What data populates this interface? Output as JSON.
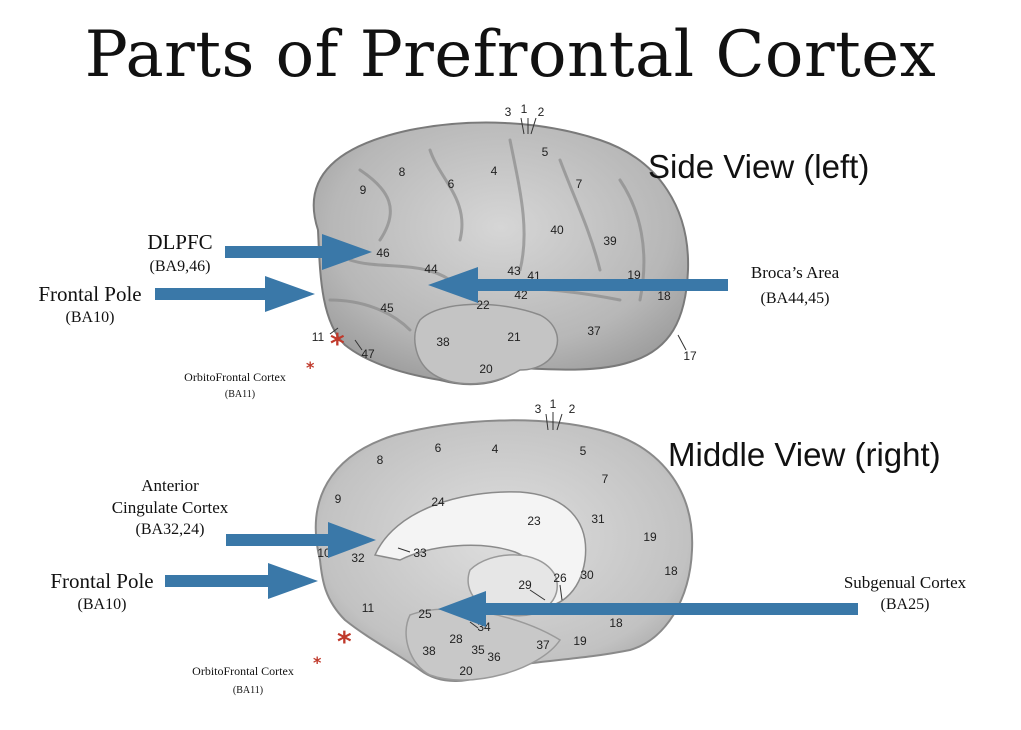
{
  "title": "Parts of Prefrontal Cortex",
  "colors": {
    "arrow": "#3a78a8",
    "asterisk": "#c0392b",
    "brain_dark": "#8f8f8f",
    "brain_light": "#d9d9d9"
  },
  "side_view": {
    "title": "Side View (left)",
    "labels": {
      "dlpfc_name": "DLPFC",
      "dlpfc_ba": "(BA9,46)",
      "frontal_pole_name": "Frontal Pole",
      "frontal_pole_ba": "(BA10)",
      "broca_name": "Broca’s Area",
      "broca_ba": "(BA44,45)",
      "ofc_name": "OrbitoFrontal Cortex",
      "ofc_ba": "(BA11)",
      "asterisk": "*"
    },
    "area_numbers": [
      "3",
      "1",
      "2",
      "5",
      "8",
      "6",
      "4",
      "7",
      "9",
      "40",
      "39",
      "46",
      "44",
      "43",
      "41",
      "19",
      "42",
      "18",
      "45",
      "22",
      "11",
      "47",
      "38",
      "21",
      "37",
      "20",
      "17"
    ]
  },
  "middle_view": {
    "title": "Middle View (right)",
    "labels": {
      "acc_line1": "Anterior",
      "acc_line2": "Cingulate Cortex",
      "acc_ba": "(BA32,24)",
      "frontal_pole_name": "Frontal Pole",
      "frontal_pole_ba": "(BA10)",
      "subgenual_name": "Subgenual Cortex",
      "subgenual_ba": "(BA25)",
      "ofc_name": "OrbitoFrontal Cortex",
      "ofc_ba": "(BA11)",
      "asterisk": "*"
    },
    "area_numbers": [
      "3",
      "1",
      "2",
      "8",
      "6",
      "4",
      "5",
      "7",
      "9",
      "24",
      "23",
      "31",
      "19",
      "10",
      "32",
      "33",
      "29",
      "26",
      "30",
      "18",
      "11",
      "25",
      "34",
      "28",
      "35",
      "36",
      "37",
      "19",
      "18",
      "38",
      "20"
    ]
  }
}
